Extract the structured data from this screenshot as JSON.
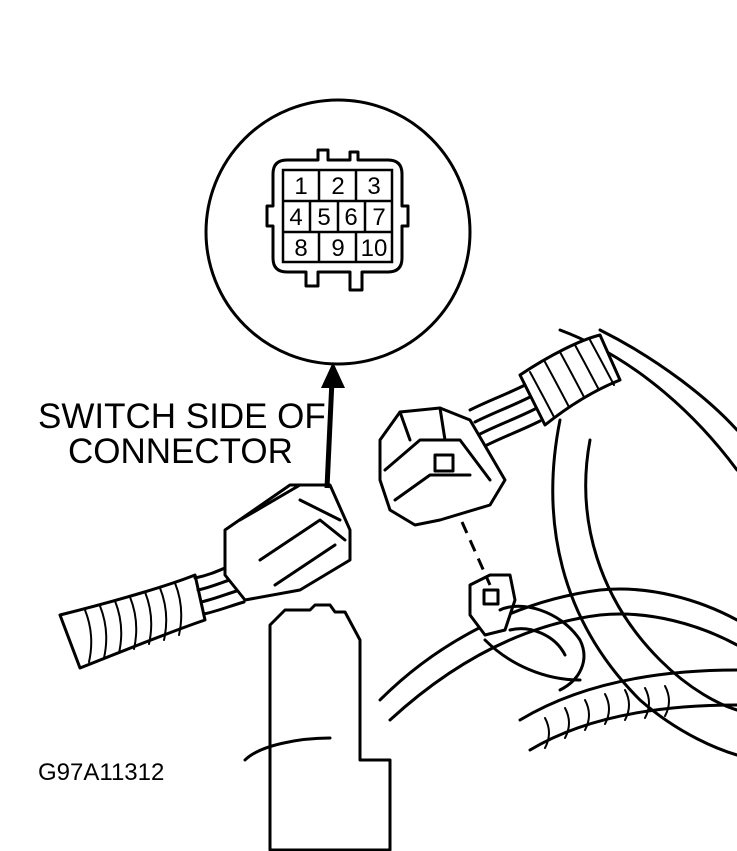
{
  "diagram": {
    "callout_label_line1": "SWITCH SIDE OF",
    "callout_label_line2": "CONNECTOR",
    "figure_id": "G97A11312",
    "connector_pins": [
      "1",
      "2",
      "3",
      "4",
      "5",
      "6",
      "7",
      "8",
      "9",
      "10"
    ]
  }
}
